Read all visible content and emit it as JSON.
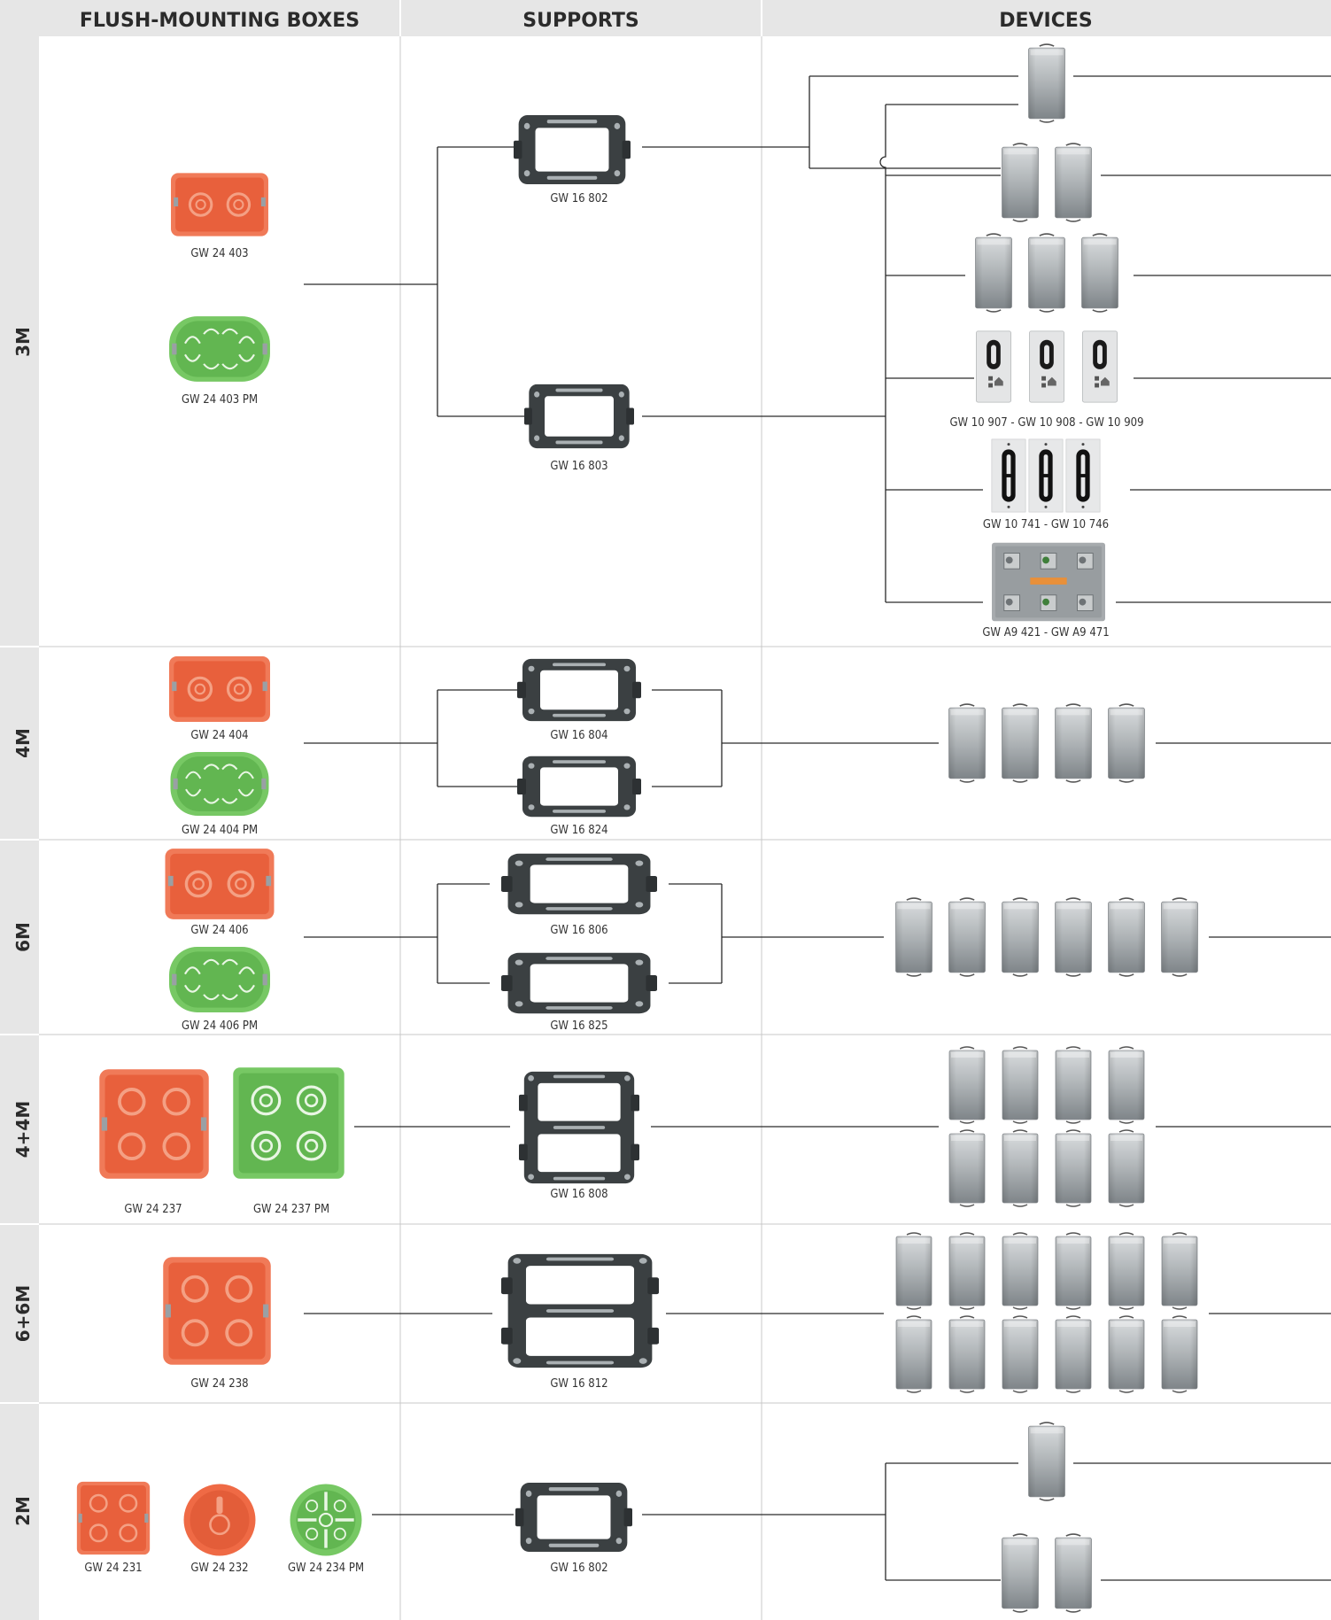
{
  "headers": {
    "boxes": "FLUSH-MOUNTING BOXES",
    "supports": "SUPPORTS",
    "devices": "DEVICES"
  },
  "colors": {
    "header_bg": "#e6e6e6",
    "side_bg": "#e6e6e6",
    "box_orange": "#ef6a45",
    "box_green": "#6fc35c",
    "support_dark": "#3b3f40",
    "device_grey": "#9ea3a6"
  },
  "rows": [
    {
      "label": "3M",
      "boxes": [
        {
          "code": "GW 24 403",
          "color": "orange"
        },
        {
          "code": "GW 24 403 PM",
          "color": "green"
        }
      ],
      "supports": [
        {
          "code": "GW 16 802"
        },
        {
          "code": "GW 16 803"
        }
      ],
      "devices": [
        {
          "count": 1,
          "kind": "switch"
        },
        {
          "count": 2,
          "kind": "switch"
        },
        {
          "count": 3,
          "kind": "switch"
        },
        {
          "count": 3,
          "kind": "socket",
          "code": "GW 10 907 - GW 10 908 - GW 10 909"
        },
        {
          "count": 3,
          "kind": "terminal",
          "code": "GW 10 741 - GW 10 746"
        },
        {
          "count": 1,
          "kind": "module",
          "code": "GW A9 421 - GW A9 471"
        }
      ]
    },
    {
      "label": "4M",
      "boxes": [
        {
          "code": "GW 24 404",
          "color": "orange"
        },
        {
          "code": "GW 24 404 PM",
          "color": "green"
        }
      ],
      "supports": [
        {
          "code": "GW 16 804"
        },
        {
          "code": "GW 16 824"
        }
      ],
      "devices": [
        {
          "count": 4,
          "kind": "switch"
        }
      ]
    },
    {
      "label": "6M",
      "boxes": [
        {
          "code": "GW 24 406",
          "color": "orange"
        },
        {
          "code": "GW 24 406 PM",
          "color": "green"
        }
      ],
      "supports": [
        {
          "code": "GW 16 806"
        },
        {
          "code": "GW 16 825"
        }
      ],
      "devices": [
        {
          "count": 6,
          "kind": "switch"
        }
      ]
    },
    {
      "label": "4+4M",
      "boxes": [
        {
          "code": "GW 24 237",
          "color": "orange"
        },
        {
          "code": "GW 24 237 PM",
          "color": "green"
        }
      ],
      "supports": [
        {
          "code": "GW 16 808"
        }
      ],
      "devices": [
        {
          "count": 8,
          "kind": "switch"
        }
      ]
    },
    {
      "label": "6+6M",
      "boxes": [
        {
          "code": "GW 24 238",
          "color": "orange"
        }
      ],
      "supports": [
        {
          "code": "GW 16 812"
        }
      ],
      "devices": [
        {
          "count": 12,
          "kind": "switch"
        }
      ]
    },
    {
      "label": "2M",
      "boxes": [
        {
          "code": "GW 24 231",
          "color": "orange"
        },
        {
          "code": "GW 24 232",
          "color": "orange"
        },
        {
          "code": "GW 24 234 PM",
          "color": "green"
        }
      ],
      "supports": [
        {
          "code": "GW 16 802"
        }
      ],
      "devices": [
        {
          "count": 1,
          "kind": "switch"
        },
        {
          "count": 2,
          "kind": "switch"
        }
      ]
    }
  ]
}
